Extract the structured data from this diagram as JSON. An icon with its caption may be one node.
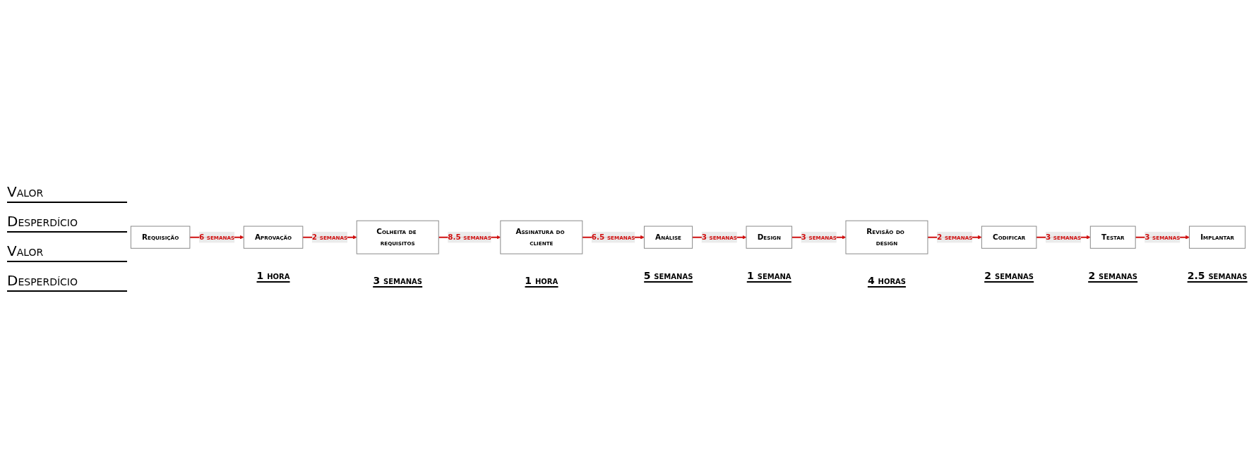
{
  "diagram": {
    "nodes": [
      {
        "text": [
          "Requisição"
        ]
      },
      {
        "text": [
          "Aprovação"
        ],
        "beside": [
          "1 hora"
        ]
      },
      {
        "text": [
          "Colheita de requisitos"
        ],
        "beside": [
          "3 semanas"
        ]
      },
      {
        "text": [
          "Assinatura do cliente"
        ],
        "beside": [
          "1 hora"
        ]
      },
      {
        "text": [
          "Análise"
        ],
        "beside": [
          "5 semanas"
        ]
      },
      {
        "text": [
          "Design"
        ],
        "beside": [
          "1 semana"
        ]
      },
      {
        "text": [
          "Revisão do design"
        ],
        "beside": [
          "4 horas"
        ]
      },
      {
        "text": [
          "Codificar"
        ],
        "beside": [
          "2 semanas"
        ]
      },
      {
        "text": [
          "Testar"
        ],
        "beside": [
          "2 semanas"
        ]
      },
      {
        "text": [
          "Implantar"
        ],
        "beside": [
          "2.5 semanas"
        ]
      }
    ],
    "edges": [
      {
        "from": 0,
        "to": 1,
        "arrow": "to",
        "label": "6 semanas"
      },
      {
        "from": 1,
        "to": 2,
        "arrow": "to",
        "label": "2 semanas"
      },
      {
        "from": 2,
        "to": 3,
        "arrow": "to",
        "label": "8.5 semanas"
      },
      {
        "from": 3,
        "to": 4,
        "arrow": "to",
        "label": "6.5 semanas"
      },
      {
        "from": 4,
        "to": 5,
        "arrow": "to",
        "label": "3 semanas"
      },
      {
        "from": 5,
        "to": 6,
        "arrow": "to",
        "label": "3 semanas"
      },
      {
        "from": 6,
        "to": 7,
        "arrow": "to",
        "label": "2 semanas"
      },
      {
        "from": 7,
        "to": 8,
        "arrow": "to",
        "label": "3 semanas"
      },
      {
        "from": 8,
        "to": 9,
        "arrow": "to",
        "label": "3 semanas"
      }
    ],
    "labels": [
      "Valor",
      "Desperdício",
      "Valor",
      "Desperdício"
    ]
  }
}
